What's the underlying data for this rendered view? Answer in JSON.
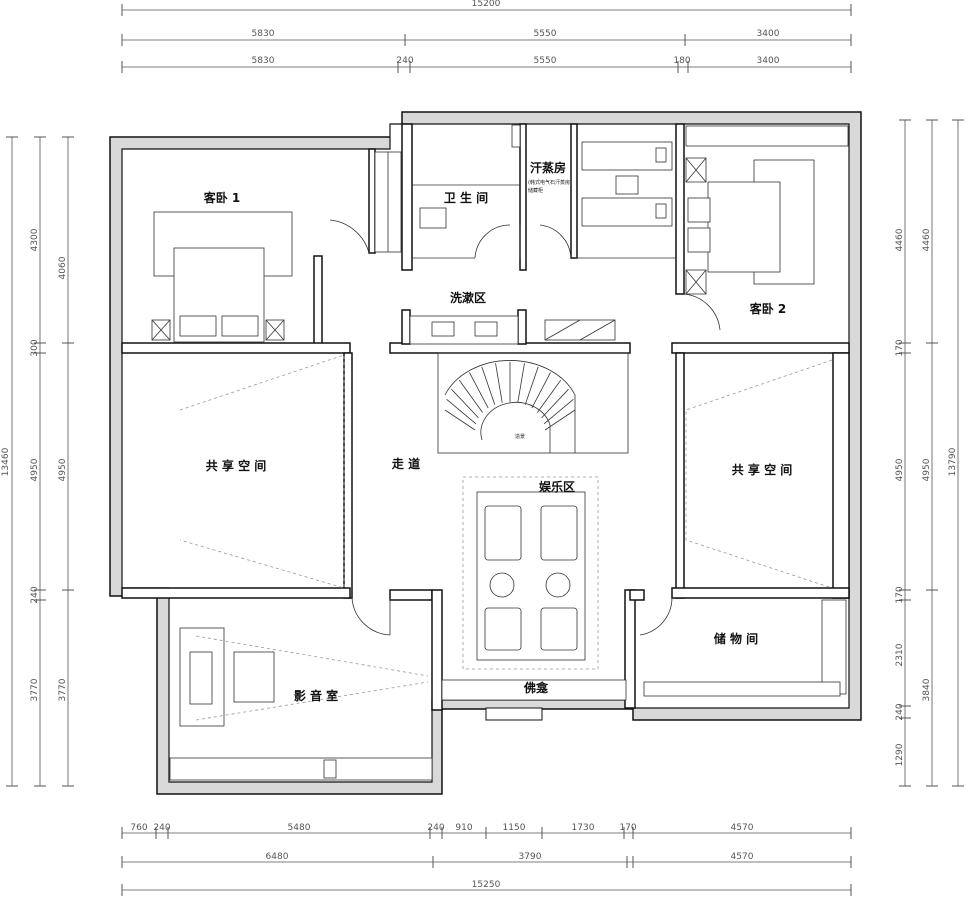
{
  "dimensions": {
    "top_total": "15200",
    "top_row2": [
      "5830",
      "5550",
      "3400"
    ],
    "top_row3": [
      "5830",
      "240",
      "5550",
      "180",
      "3400"
    ],
    "bottom_row1": [
      "760",
      "240",
      "5480",
      "240",
      "910",
      "1150",
      "1730",
      "170",
      "4570"
    ],
    "bottom_row2": [
      "6480",
      "3790",
      "4570"
    ],
    "bottom_total": "15250",
    "left_outer": "13460",
    "left_col1": [
      "4300",
      "300",
      "4950",
      "240",
      "3770"
    ],
    "left_col2": [
      "4060",
      "4950",
      "3770"
    ],
    "right_col1": [
      "4460",
      "170",
      "4950",
      "170",
      "2310",
      "240",
      "1290"
    ],
    "right_col2": [
      "4460",
      "4950",
      "3840"
    ],
    "right_outer": "13790"
  },
  "rooms": {
    "guest_bedroom_1": "客卧 1",
    "bathroom": "卫 生 间",
    "sauna": "汗蒸房",
    "sauna_note": "(韩式电气石汗蒸房)",
    "sauna_note2": "储藏柜",
    "guest_bedroom_2": "客卧 2",
    "washing_area": "洗漱区",
    "shared_space_left": "共 享 空 间",
    "corridor": "走 道",
    "entertainment": "娱乐区",
    "shared_space_right": "共 享 空 间",
    "storage": "储 物 间",
    "media_room": "影 音 室",
    "buddha_niche": "佛龛",
    "stair_label": "造景"
  }
}
